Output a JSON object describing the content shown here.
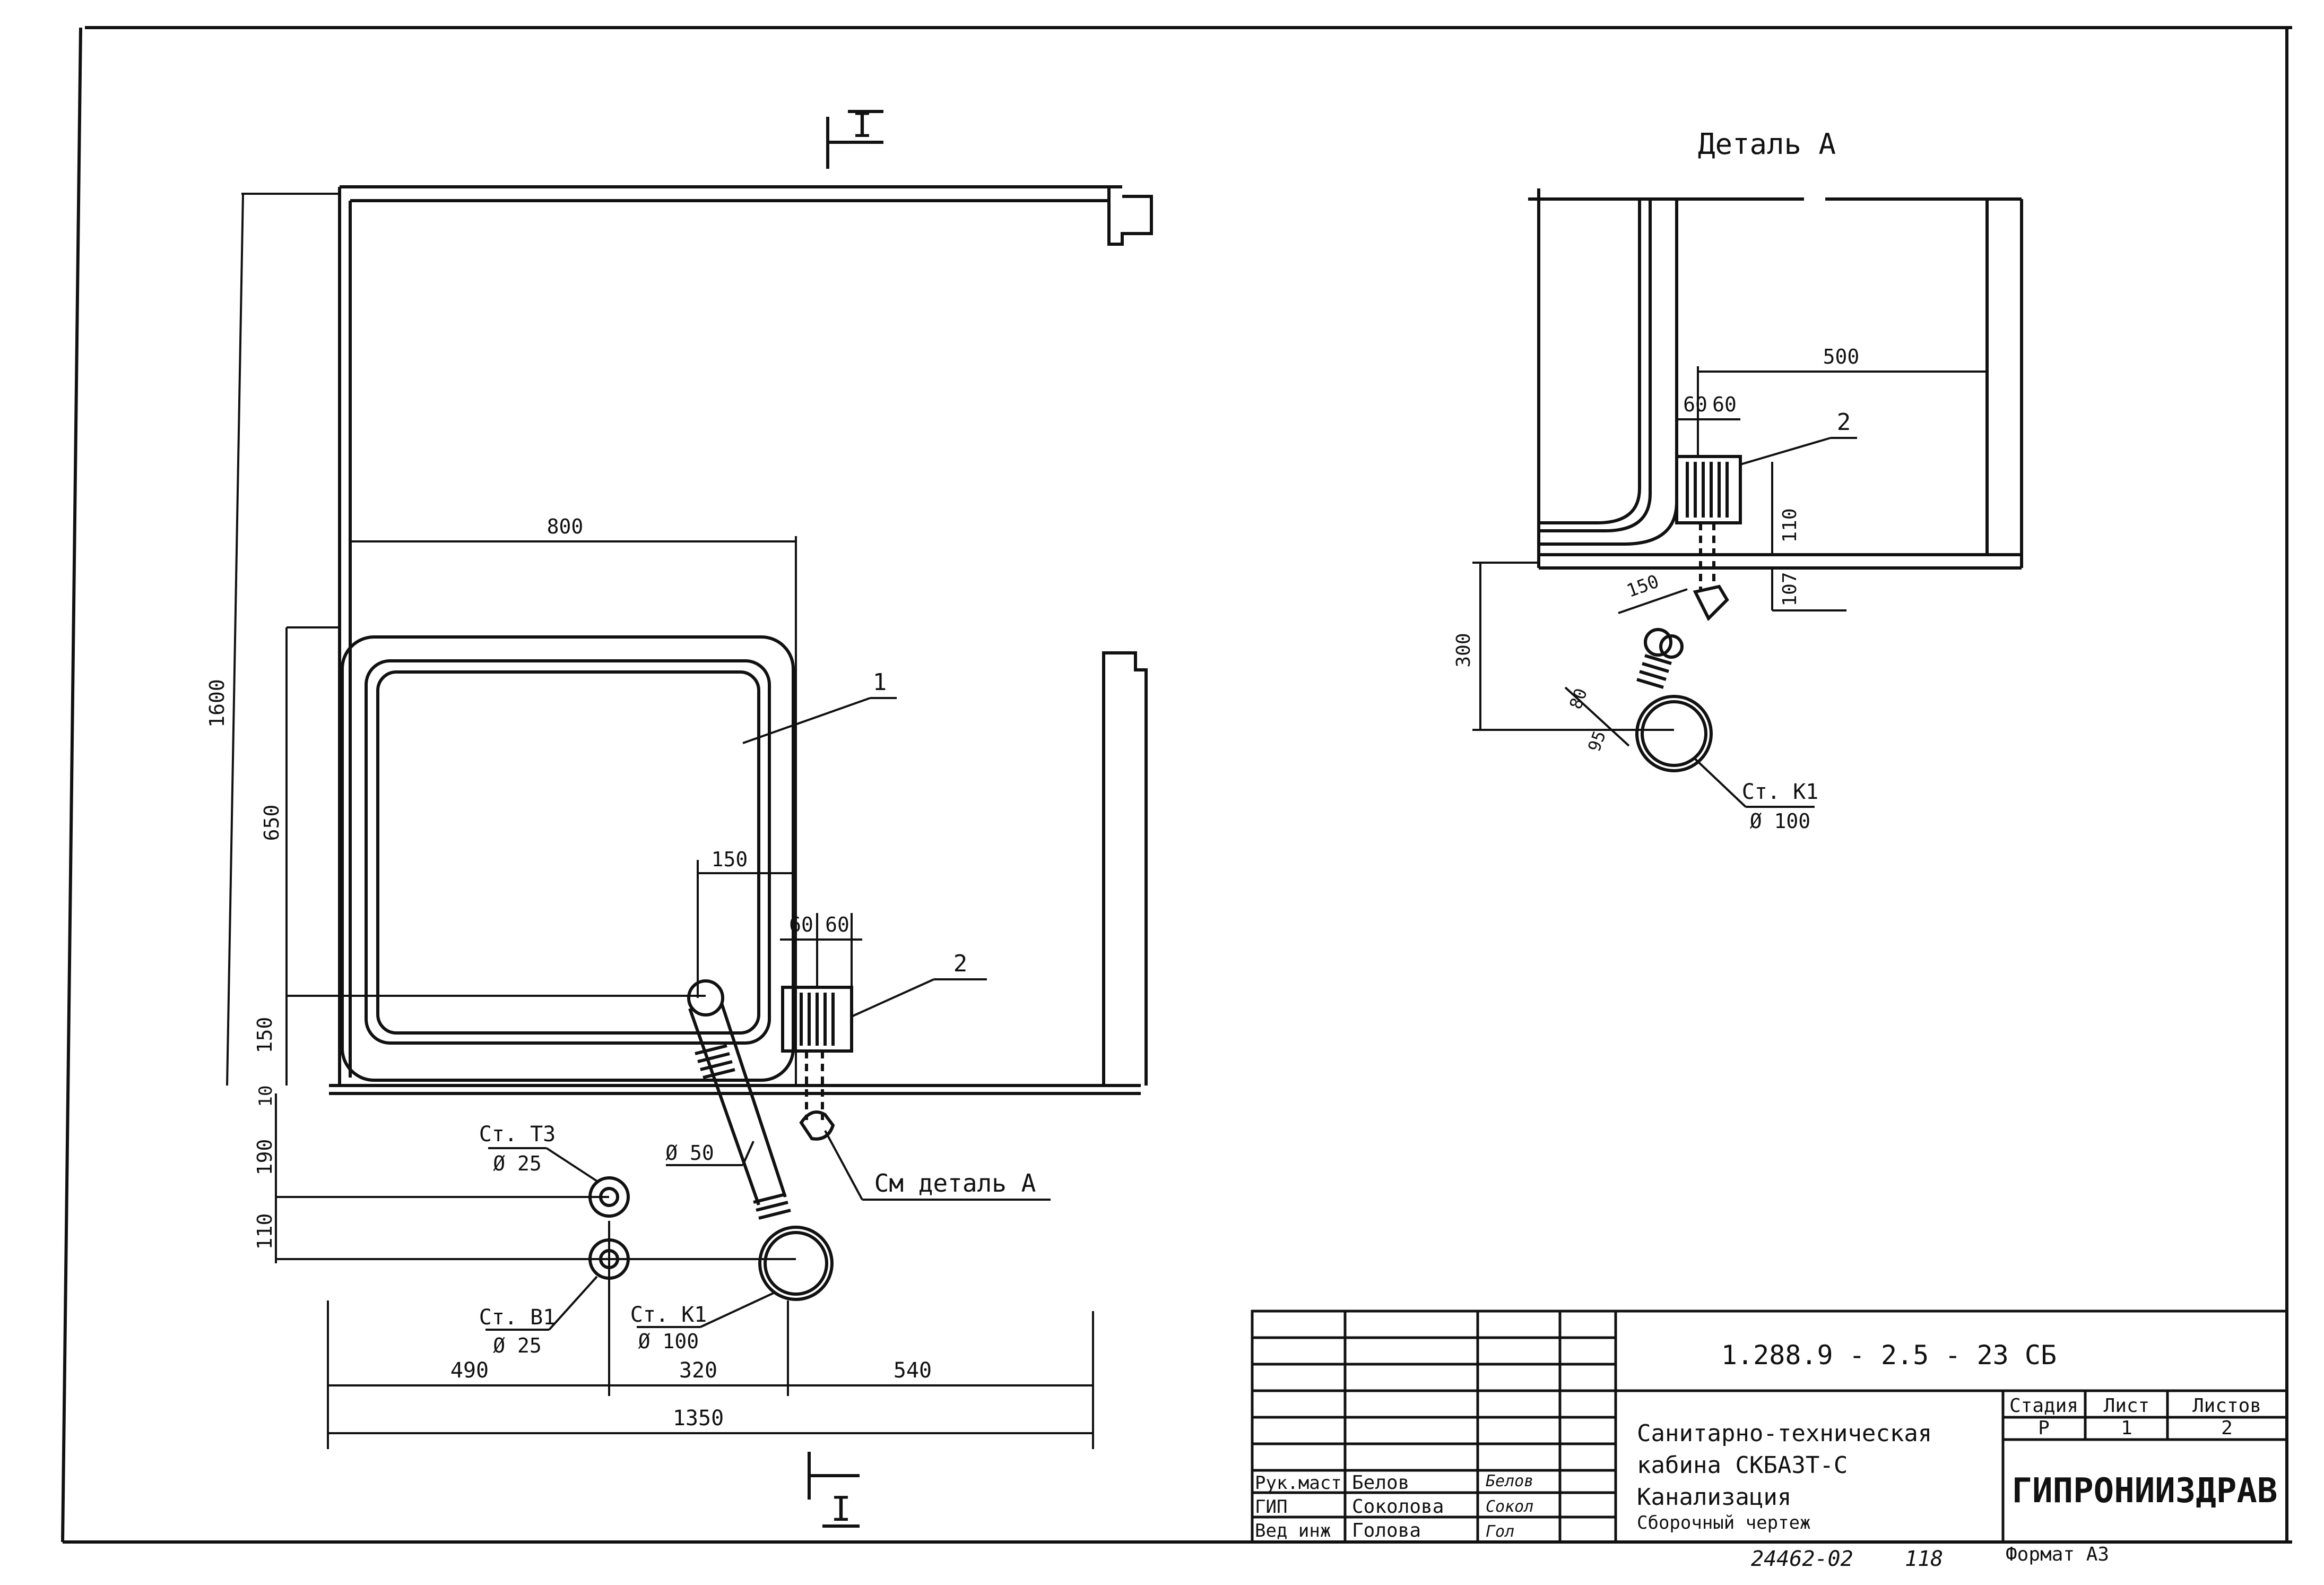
{
  "section_marker": {
    "top": "I",
    "bottom": "I"
  },
  "plan": {
    "dims": {
      "width_800": "800",
      "height_1600": "1600",
      "height_650": "650",
      "height_150": "150",
      "height_10": "10",
      "offset_150": "150",
      "dim_60_a": "60",
      "dim_60_b": "60",
      "below_190": "190",
      "below_110": "110",
      "bottom_490": "490",
      "bottom_320": "320",
      "bottom_540": "540",
      "total_1350": "1350"
    },
    "callout_1": "1",
    "callout_2": "2",
    "pipe_label": "Ø 50",
    "detail_ref": "См деталь А",
    "risers": [
      {
        "name": "Ст. Т3",
        "size": "Ø 25"
      },
      {
        "name": "Ст. В1",
        "size": "Ø 25"
      },
      {
        "name": "Ст. К1",
        "size": "Ø 100"
      }
    ]
  },
  "detail": {
    "title": "Деталь А",
    "dims": {
      "width_500": "500",
      "dim_60_a": "60",
      "dim_60_b": "60",
      "h_110": "110",
      "h_107": "107",
      "h_300": "300",
      "slope_150": "150",
      "slope_80": "80",
      "slope_95": "95"
    },
    "callout_2": "2",
    "riser": {
      "name": "Ст. К1",
      "size": "Ø 100"
    }
  },
  "title_block": {
    "doc_code": "1.288.9 - 2.5 - 23 СБ",
    "staff": [
      {
        "role": "Рук.маст",
        "name": "Белов",
        "sign": "Белов"
      },
      {
        "role": "ГИП",
        "name": "Соколова",
        "sign": "Сокол"
      },
      {
        "role": "Вед инж",
        "name": "Голова",
        "sign": "Гол"
      }
    ],
    "title_lines": [
      "Санитарно-техническая",
      "кабина СКБА3Т-С",
      "Канализация",
      "Сборочный чертеж"
    ],
    "stage_header": {
      "stage": "Стадия",
      "sheet": "Лист",
      "sheets": "Листов"
    },
    "stage_values": {
      "stage": "Р",
      "sheet": "1",
      "sheets": "2"
    },
    "organization": "ГИПРОНИИЗДРАВ",
    "format": "Формат А3",
    "inventory": "24462-02",
    "inventory_num": "118"
  }
}
